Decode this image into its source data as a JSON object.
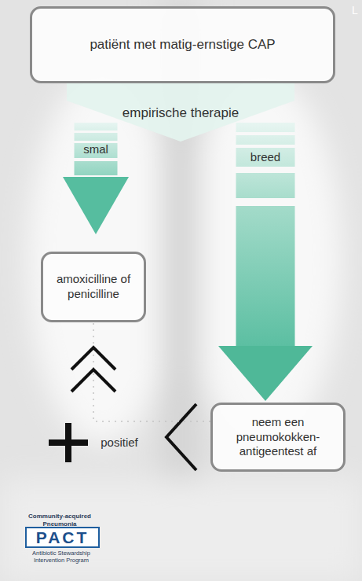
{
  "diagram": {
    "nodes": [
      {
        "text": [
          "patiënt met matig-ernstige CAP"
        ]
      },
      {
        "text": [
          "empirische therapie"
        ]
      },
      {
        "text": [
          "amoxicilline of penicilline"
        ]
      },
      {
        "text": [
          "neem een pneumokokken-antigeentest af"
        ]
      },
      {
        "text": [
          "PACT"
        ]
      }
    ],
    "edges": [
      {
        "from": 1,
        "to": 2,
        "arrow": "to",
        "label": "smal"
      },
      {
        "from": 1,
        "to": 3,
        "arrow": "to",
        "label": "breed"
      },
      {
        "from": 3,
        "to": 2,
        "arrow": "to",
        "label": "positief"
      }
    ],
    "labels": [
      "L",
      "Community-acquired Pneumonia",
      "Antibiotic Stewardship Intervention Program"
    ]
  }
}
